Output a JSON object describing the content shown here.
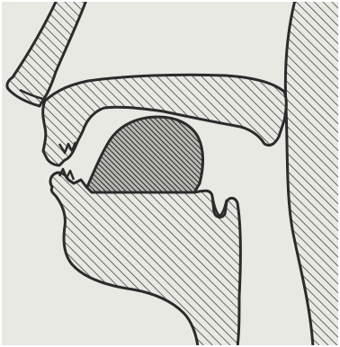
{
  "figure": {
    "subject": "sagittal-section-vocal-tract",
    "colors": {
      "paper": "#e9e9e4",
      "ink": "#2b2b2b",
      "hatch_light": "#3a3a3a",
      "hatch_dark": "#252525",
      "frame": "#ffffff"
    },
    "parts": [
      {
        "name": "nose",
        "fill": "light-hatch"
      },
      {
        "name": "hard-palate",
        "fill": "light-hatch"
      },
      {
        "name": "upper-lip",
        "fill": "light-hatch"
      },
      {
        "name": "upper-teeth",
        "fill": "light-hatch"
      },
      {
        "name": "lower-lip",
        "fill": "light-hatch"
      },
      {
        "name": "lower-jaw-and-tongue-root",
        "fill": "light-hatch"
      },
      {
        "name": "tongue-body",
        "fill": "dense-hatch"
      },
      {
        "name": "epiglottis",
        "fill": "light-hatch"
      },
      {
        "name": "pharynx-back-wall",
        "fill": "light-hatch"
      }
    ]
  }
}
